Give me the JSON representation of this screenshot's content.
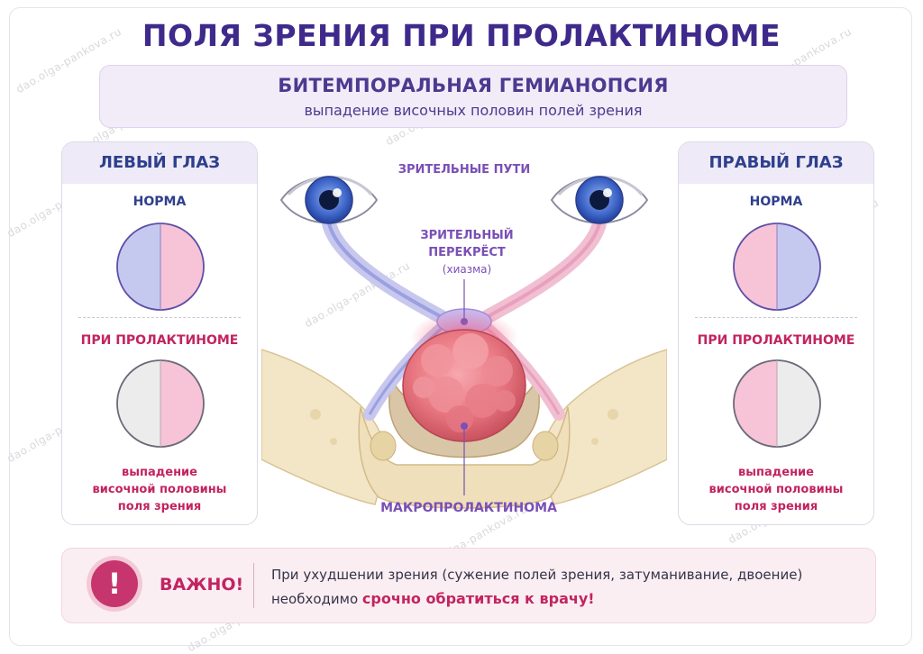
{
  "title": "ПОЛЯ ЗРЕНИЯ ПРИ ПРОЛАКТИНОМЕ",
  "subtitle": {
    "main": "БИТЕМПОРАЛЬНАЯ ГЕМИАНОПСИЯ",
    "sub": "выпадение височных половин полей зрения"
  },
  "left_eye": {
    "header": "ЛЕВЫЙ ГЛАЗ",
    "norm_label": "НОРМА",
    "prolactinoma_label": "ПРИ ПРОЛАКТИНОМЕ",
    "caption_line1": "выпадение",
    "caption_line2": "височной половины",
    "caption_line3": "поля зрения"
  },
  "right_eye": {
    "header": "ПРАВЫЙ ГЛАЗ",
    "norm_label": "НОРМА",
    "prolactinoma_label": "ПРИ ПРОЛАКТИНОМЕ",
    "caption_line1": "выпадение",
    "caption_line2": "височной половины",
    "caption_line3": "поля зрения"
  },
  "diagram": {
    "optic_paths_label": "ЗРИТЕЛЬНЫЕ ПУТИ",
    "chiasm_line1": "ЗРИТЕЛЬНЫЙ",
    "chiasm_line2": "ПЕРЕКРЁСТ",
    "chiasm_note": "(хиазма)",
    "adenoma_label": "МАКРОПРОЛАКТИНОМА"
  },
  "warning": {
    "icon": "exclamation-icon",
    "title": "ВАЖНО!",
    "line1": "При ухудшении зрения (сужение полей зрения, затуманивание, двоение)",
    "line2_prefix": "необходимо ",
    "line2_accent": "срочно обратиться к врачу!"
  },
  "watermark": "dao.olga-pankova.ru",
  "colors": {
    "title": "#3f2a8c",
    "nasal_field": "#c5c9ef",
    "temporal_field": "#f7c3d6",
    "lost_field": "#ececec",
    "accent": "#c2245f"
  }
}
